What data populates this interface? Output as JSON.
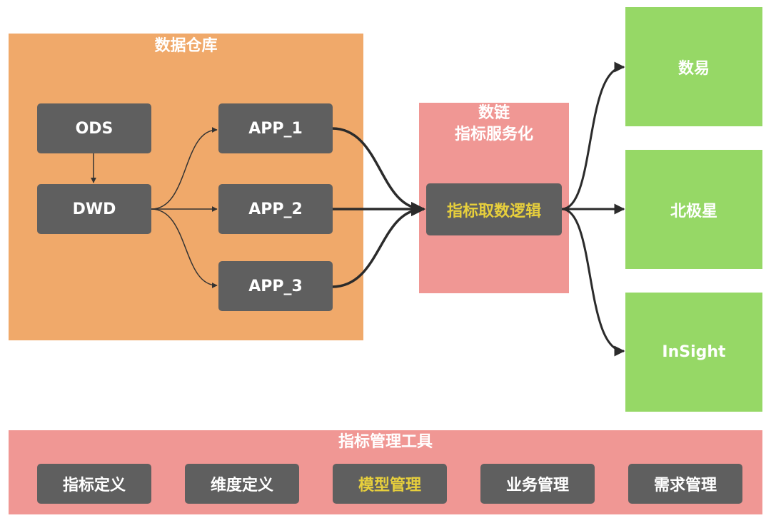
{
  "warehouse": {
    "title": "数据仓库",
    "nodes": {
      "ods": "ODS",
      "dwd": "DWD",
      "app1": "APP_1",
      "app2": "APP_2",
      "app3": "APP_3"
    }
  },
  "service": {
    "title_line1": "数链",
    "title_line2": "指标服务化",
    "logic": "指标取数逻辑"
  },
  "consumers": {
    "shuyi": "数易",
    "beijixing": "北极星",
    "insight": "InSight"
  },
  "tools": {
    "title": "指标管理工具",
    "items": [
      "指标定义",
      "维度定义",
      "模型管理",
      "业务管理",
      "需求管理"
    ]
  },
  "colors": {
    "warehouse_bg": "#f0a96a",
    "service_bg": "#f09794",
    "consumer_bg": "#96d866",
    "node_bg": "#5f5f5f",
    "highlight_text": "#e7cf3c"
  }
}
